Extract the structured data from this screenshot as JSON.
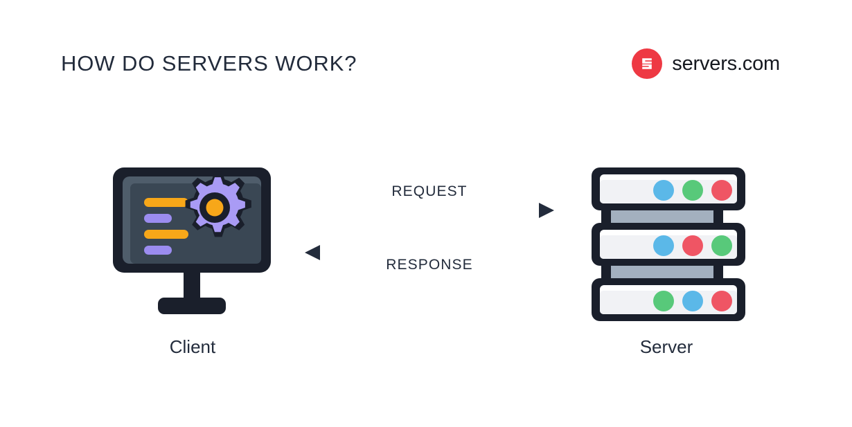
{
  "header": {
    "title": "HOW DO SERVERS WORK?",
    "brand_name": "servers.com",
    "brand_mark_icon": "servers-s-logo-icon",
    "brand_color": "#ee3943",
    "title_color": "#222b3b"
  },
  "diagram": {
    "type": "request-response-flow",
    "nodes": [
      {
        "id": "client",
        "caption": "Client",
        "icon": "monitor-with-gear-icon",
        "screen_lines": [
          {
            "color": "#f7a719",
            "length": "long"
          },
          {
            "color": "#9b8cf0",
            "length": "short"
          },
          {
            "color": "#f7a719",
            "length": "long"
          },
          {
            "color": "#9b8cf0",
            "length": "short"
          }
        ],
        "gear_color": "#a99bf5",
        "gear_center_color": "#f7a719",
        "body_color": "#1a1f2b",
        "screen_color": "#3a4754"
      },
      {
        "id": "server",
        "caption": "Server",
        "icon": "server-rack-icon",
        "units": [
          {
            "leds": [
              "#5bb8e8",
              "#58c97a",
              "#ef5564"
            ]
          },
          {
            "leds": [
              "#5bb8e8",
              "#ef5564",
              "#58c97a"
            ]
          },
          {
            "leds": [
              "#58c97a",
              "#5bb8e8",
              "#ef5564"
            ]
          }
        ],
        "outline_color": "#1a1f2b",
        "panel_color": "#f4f5f7",
        "connector_color": "#a3b0bf"
      }
    ],
    "flows": [
      {
        "id": "request",
        "label": "REQUEST",
        "direction": "right",
        "from": "client",
        "to": "server",
        "line_color": "#8a8f9c",
        "arrow_color": "#232c3c"
      },
      {
        "id": "response",
        "label": "RESPONSE",
        "direction": "left",
        "from": "server",
        "to": "client",
        "line_color": "#8a8f9c",
        "arrow_color": "#232c3c"
      }
    ]
  }
}
